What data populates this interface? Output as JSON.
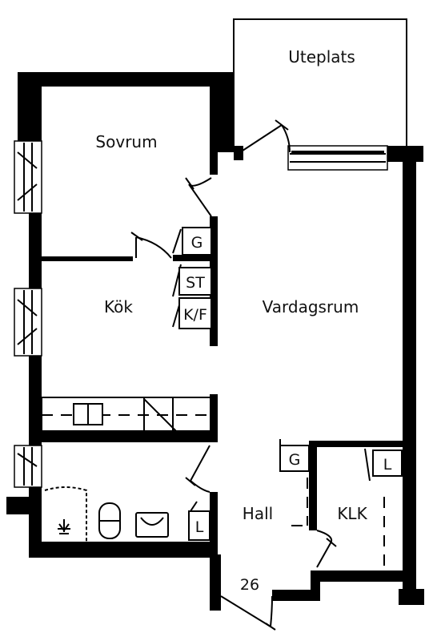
{
  "rooms": {
    "uteplats": "Uteplats",
    "sovrum": "Sovrum",
    "kok": "Kök",
    "vardagsrum": "Vardagsrum",
    "hall": "Hall",
    "klk": "KLK"
  },
  "fixtures": {
    "g_sovrum": "G",
    "st": "ST",
    "kf": "K/F",
    "g_hall": "G",
    "l_klk": "L",
    "l_bath": "L"
  },
  "unit_number": "26",
  "colors": {
    "wall": "#000000",
    "background": "#ffffff"
  }
}
